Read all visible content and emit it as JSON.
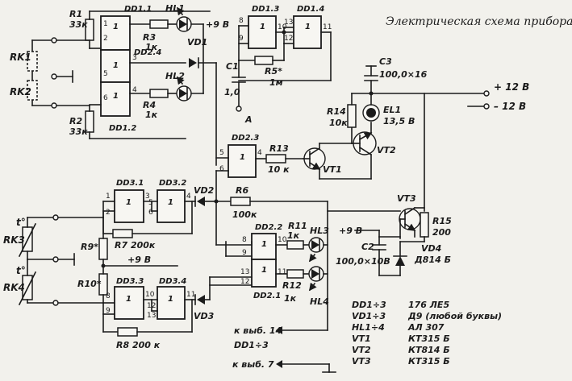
{
  "title": "Электрическая схема прибора.",
  "resistors": {
    "r1": {
      "name": "R1",
      "value": "33к"
    },
    "r2": {
      "name": "R2",
      "value": "33к"
    },
    "r3": {
      "name": "R3",
      "value": "1к"
    },
    "r4": {
      "name": "R4",
      "value": "1к"
    },
    "r5": {
      "name": "R5*",
      "value": "1м"
    },
    "r6": {
      "name": "R6",
      "value": "100к"
    },
    "r7": {
      "name": "R7 200к"
    },
    "r8": {
      "name": "R8 200 к"
    },
    "r9": {
      "name": "R9*"
    },
    "r10": {
      "name": "R10*"
    },
    "r11": {
      "name": "R11",
      "value": "1к"
    },
    "r12": {
      "name": "R12",
      "value": "1к"
    },
    "r13": {
      "name": "R13",
      "value": "10 к"
    },
    "r14": {
      "name": "R14",
      "value": "10к"
    },
    "r15": {
      "name": "R15",
      "value": "200"
    }
  },
  "capacitors": {
    "c1": {
      "name": "C1",
      "value": "1,0"
    },
    "c2": {
      "name": "C2",
      "value": "100,0×10В"
    },
    "c3": {
      "name": "C3",
      "value": "100,0×16"
    }
  },
  "chips": {
    "dd11": "DD1.1",
    "dd12": "DD1.2",
    "dd13": "DD1.3",
    "dd14": "DD1.4",
    "dd23": "DD2.3",
    "dd24": "DD2.4",
    "dd22": "DD2.2",
    "dd21": "DD2.1",
    "dd31": "DD3.1",
    "dd32": "DD3.2",
    "dd33": "DD3.3",
    "dd34": "DD3.4"
  },
  "leds": {
    "hl1": "HL1",
    "hl2": "HL2",
    "hl3": "HL3",
    "hl4": "HL4"
  },
  "diodes": {
    "vd1": "VD1",
    "vd2": "VD2",
    "vd3": "VD3",
    "vd4": "VD4",
    "vd4_type": "Д814 Б"
  },
  "transistors": {
    "vt1": "VT1",
    "vt2": "VT2",
    "vt3": "VT3"
  },
  "lamp": {
    "name": "EL1",
    "value": "13,5 В"
  },
  "sensors": {
    "rk1": "RK1",
    "rk2": "RK2",
    "rk3": "RK3",
    "rk4": "RK4",
    "temp": "t°"
  },
  "power": {
    "plus9": "+9 В",
    "plus12": "+ 12 В",
    "minus12": "– 12 В",
    "to_pin14": "к выб. 14",
    "to_pin7": "к выб. 7",
    "dd_range": "DD1÷3",
    "point_a": "А"
  },
  "pins": {
    "p1": "1",
    "p2": "2",
    "p3": "3",
    "p4": "4",
    "p5": "5",
    "p6": "6",
    "p8": "8",
    "p9": "9",
    "p10": "10",
    "p11": "11",
    "p12": "12",
    "p13": "13"
  },
  "legend": [
    {
      "ref": "DD1÷3",
      "part": "176 ЛЕ5"
    },
    {
      "ref": "VD1÷3",
      "part": "Д9 (любой буквы)"
    },
    {
      "ref": "HL1÷4",
      "part": "АЛ 307"
    },
    {
      "ref": "VT1",
      "part": "КТ315 Б"
    },
    {
      "ref": "VT2",
      "part": "КТ814 Б"
    },
    {
      "ref": "VT3",
      "part": "КТ315 Б"
    }
  ]
}
